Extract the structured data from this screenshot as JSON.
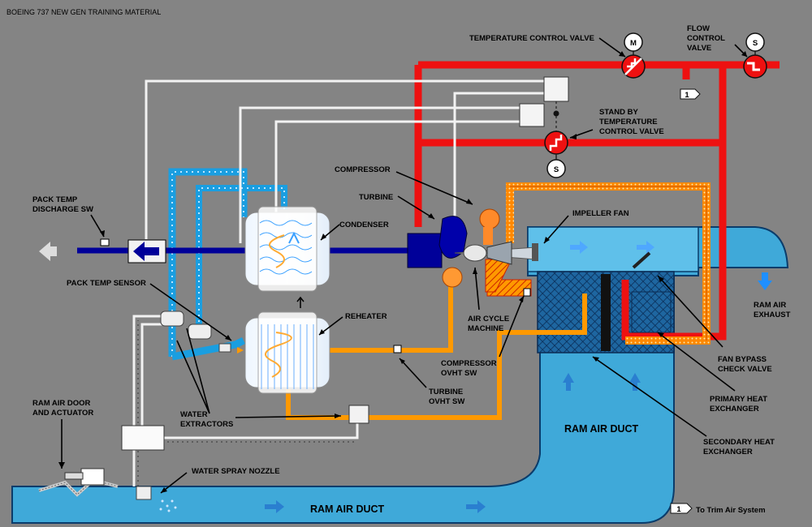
{
  "header": {
    "title": "BOEING 737 NEW GEN TRAINING MATERIAL"
  },
  "labels": {
    "temp_control_valve": "TEMPERATURE CONTROL VALVE",
    "flow_control_valve": [
      "FLOW",
      "CONTROL",
      "VALVE"
    ],
    "standby_tcv": [
      "STAND BY",
      "TEMPERATURE",
      "CONTROL VALVE"
    ],
    "compressor": "COMPRESSOR",
    "turbine": "TURBINE",
    "condenser": "CONDENSER",
    "impeller_fan": "IMPELLER FAN",
    "pack_temp_discharge_sw": [
      "PACK TEMP",
      "DISCHARGE SW"
    ],
    "pack_temp_sensor": "PACK TEMP SENSOR",
    "reheater": "REHEATER",
    "air_cycle_machine": [
      "AIR CYCLE",
      "MACHINE"
    ],
    "compressor_ovht_sw": [
      "COMPRESSOR",
      "OVHT SW"
    ],
    "turbine_ovht_sw": [
      "TURBINE",
      "OVHT SW"
    ],
    "ram_air_exhaust": [
      "RAM AIR",
      "EXHAUST"
    ],
    "fan_bypass_check_valve": [
      "FAN BYPASS",
      "CHECK VALVE"
    ],
    "primary_heat_exchanger": [
      "PRIMARY HEAT",
      "EXCHANGER"
    ],
    "secondary_heat_exchanger": [
      "SECONDARY HEAT",
      "EXCHANGER"
    ],
    "water_extractors": [
      "WATER",
      "EXTRACTORS"
    ],
    "ram_air_door": [
      "RAM AIR DOOR",
      "AND ACTUATOR"
    ],
    "water_spray_nozzle": "WATER SPRAY NOZZLE",
    "ram_air_duct_vertical": "RAM AIR DUCT",
    "ram_air_duct_bottom": "RAM AIR DUCT"
  },
  "symbols": {
    "motor": "M",
    "solenoid": "S",
    "note_number": "1"
  },
  "legend": {
    "number": "1",
    "text": "To Trim Air System"
  },
  "colors": {
    "bleed_hot": "#ee1111",
    "warm_orange": "#ff9900",
    "cold_blue": "#1a9ee0",
    "dark_blue": "#000099",
    "ram_air": "#3fa9d9",
    "background": "#848484"
  }
}
